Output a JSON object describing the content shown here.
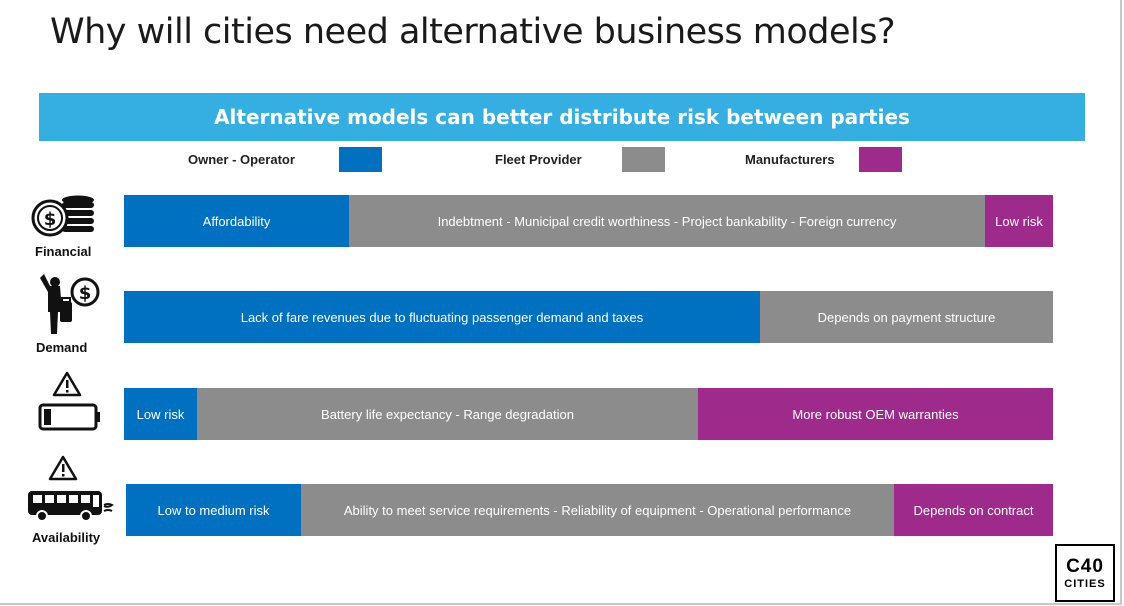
{
  "title": "Why will cities need alternative business models?",
  "banner": "Alternative models can better distribute risk between parties",
  "legend": [
    {
      "label": "Owner - Operator",
      "color": "#0070c0"
    },
    {
      "label": "Fleet Provider",
      "color": "#8c8c8c"
    },
    {
      "label": "Manufacturers",
      "color": "#9e2a8c"
    }
  ],
  "rows": [
    {
      "label": "Financial",
      "icon": "money-stack-icon",
      "segments": [
        {
          "text": "Affordability",
          "party": "owner-operator"
        },
        {
          "text": "Indebtment  -  Municipal credit worthiness  -  Project bankability  -  Foreign currency",
          "party": "fleet-provider"
        },
        {
          "text": "Low risk",
          "party": "manufacturers"
        }
      ]
    },
    {
      "label": "Demand",
      "icon": "passenger-dollar-icon",
      "segments": [
        {
          "text": "Lack of fare revenues due to fluctuating passenger demand and taxes",
          "party": "owner-operator"
        },
        {
          "text": "Depends on payment structure",
          "party": "fleet-provider"
        }
      ]
    },
    {
      "label": "",
      "icon": "battery-warning-icon",
      "segments": [
        {
          "text": "Low risk",
          "party": "owner-operator"
        },
        {
          "text": "Battery life expectancy  -  Range degradation",
          "party": "fleet-provider"
        },
        {
          "text": "More robust OEM warranties",
          "party": "manufacturers"
        }
      ]
    },
    {
      "label": "Availability",
      "icon": "bus-warning-icon",
      "segments": [
        {
          "text": "Low to medium risk",
          "party": "owner-operator"
        },
        {
          "text": "Ability to meet service requirements  -  Reliability of equipment  -  Operational performance",
          "party": "fleet-provider"
        },
        {
          "text": "Depends on contract",
          "party": "manufacturers"
        }
      ]
    }
  ],
  "logo": {
    "line1": "C40",
    "line2": "CITIES"
  }
}
